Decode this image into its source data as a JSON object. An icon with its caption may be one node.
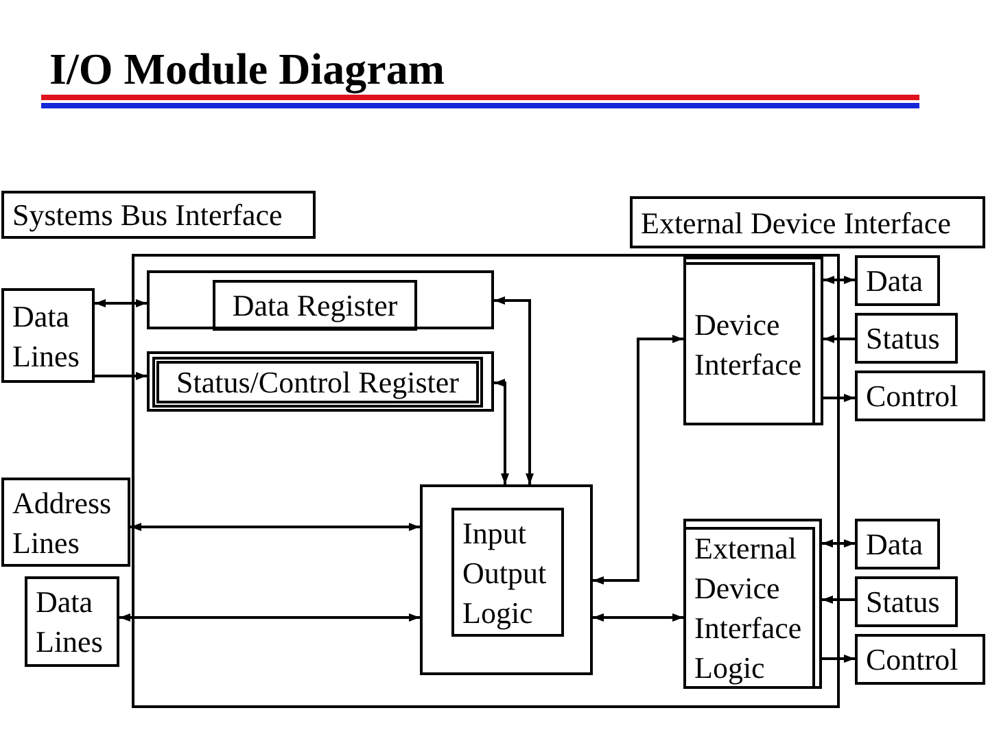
{
  "diagram": {
    "title": "I/O Module Diagram",
    "nodes": [
      {
        "text": [
          "Systems Bus Interface"
        ]
      },
      {
        "text": [
          "External Device Interface"
        ]
      },
      {
        "text": [],
        "shape": "box"
      },
      {
        "text": [
          "Data Lines"
        ]
      },
      {
        "text": [
          "Data Register"
        ],
        "in": 2
      },
      {
        "text": [
          "Status/Control Register"
        ],
        "in": 2
      },
      {
        "text": [
          "Device Interface"
        ],
        "in": 2
      },
      {
        "text": [
          "Data"
        ]
      },
      {
        "text": [
          "Status"
        ]
      },
      {
        "text": [
          "Control"
        ]
      },
      {
        "text": [
          "Address Lines"
        ]
      },
      {
        "text": [
          "Data Lines"
        ]
      },
      {
        "text": [
          "Input Output Logic"
        ],
        "in": 2
      },
      {
        "text": [
          "External Device Interface Logic"
        ],
        "in": 2
      },
      {
        "text": [
          "Data"
        ]
      },
      {
        "text": [
          "Status"
        ]
      },
      {
        "text": [
          "Control"
        ]
      }
    ],
    "edges": [
      {
        "from": 3,
        "to": 4,
        "arrow": "both"
      },
      {
        "from": 3,
        "to": 5,
        "arrow": "to"
      },
      {
        "from": 4,
        "to": 12,
        "arrow": "both"
      },
      {
        "from": 5,
        "to": 12,
        "arrow": "both"
      },
      {
        "from": 12,
        "to": 6,
        "arrow": "both"
      },
      {
        "from": 6,
        "to": 7,
        "arrow": "both"
      },
      {
        "from": 8,
        "to": 6,
        "arrow": "to"
      },
      {
        "from": 6,
        "to": 9,
        "arrow": "to"
      },
      {
        "from": 10,
        "to": 12,
        "arrow": "both"
      },
      {
        "from": 11,
        "to": 12,
        "arrow": "both"
      },
      {
        "from": 12,
        "to": 13,
        "arrow": "both"
      },
      {
        "from": 13,
        "to": 14,
        "arrow": "both"
      },
      {
        "from": 15,
        "to": 13,
        "arrow": "to"
      },
      {
        "from": 13,
        "to": 16,
        "arrow": "to"
      }
    ]
  }
}
